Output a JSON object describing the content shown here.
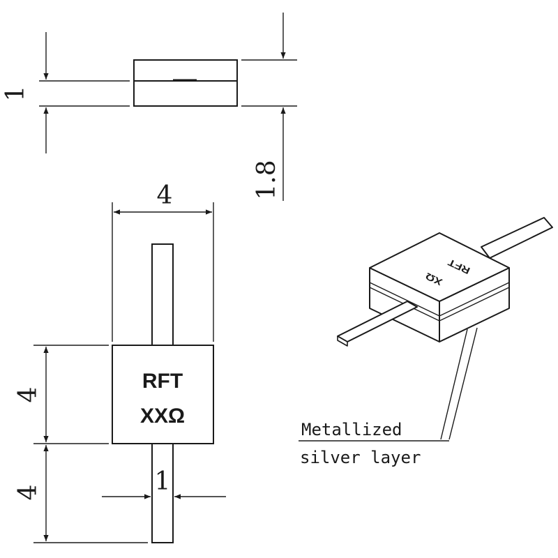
{
  "dimensions": {
    "side_thickness": "1",
    "side_height": "1.8",
    "body_width": "4",
    "body_length": "4",
    "lead_length": "4",
    "lead_width": "1"
  },
  "marking": {
    "line1": "RFT",
    "line2": "XXΩ",
    "iso_line1": "RFT",
    "iso_line2": "XΩ"
  },
  "callout": {
    "line1": "Metallized",
    "line2": "silver layer"
  }
}
